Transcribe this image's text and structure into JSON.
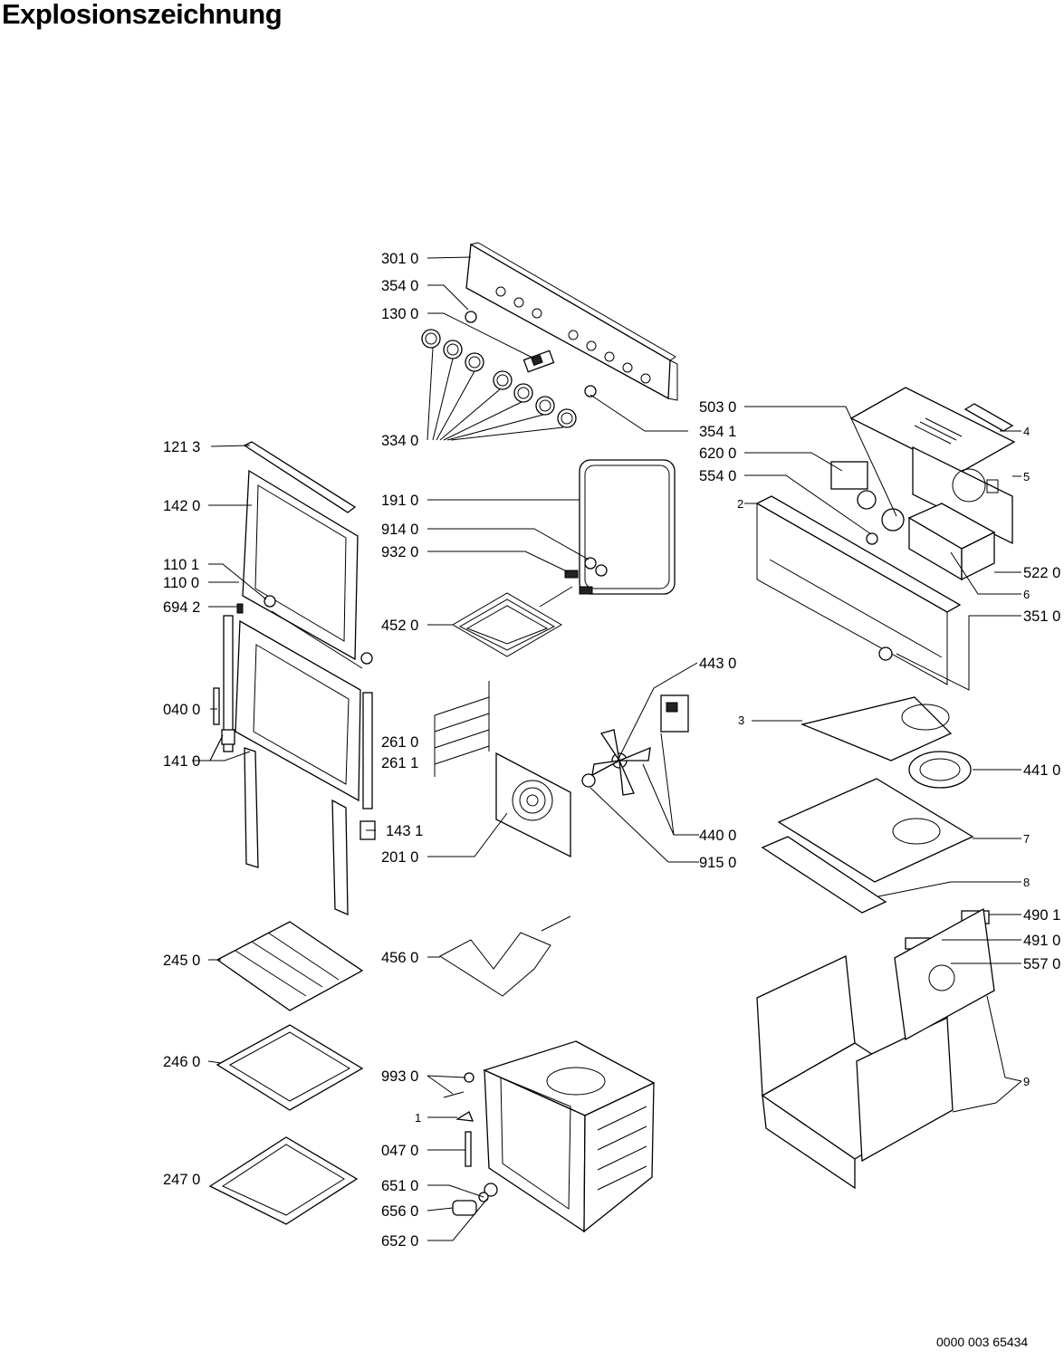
{
  "title": "Explosionszeichnung",
  "document_code": "0000 003 65434",
  "callouts": {
    "c3010": "301 0",
    "c3540": "354 0",
    "c1300": "130 0",
    "c3340": "334 0",
    "c3541": "354 1",
    "c1213": "121 3",
    "c1420": "142 0",
    "c1101": "110 1",
    "c1100": "110 0",
    "c6942": "694 2",
    "c0400": "040 0",
    "c1410": "141 0",
    "c1910": "191 0",
    "c9140": "914 0",
    "c9320": "932 0",
    "c4520": "452 0",
    "c2610": "261 0",
    "c2611": "261 1",
    "c1431": "143 1",
    "c2010": "201 0",
    "c4560": "456 0",
    "c2450": "245 0",
    "c2460": "246 0",
    "c2470": "247 0",
    "c9930": "993 0",
    "c1": "1",
    "c0470": "047 0",
    "c6510": "651 0",
    "c6560": "656 0",
    "c6520": "652 0",
    "c5030": "503 0",
    "c6200": "620 0",
    "c5540": "554 0",
    "c4": "4",
    "c5": "5",
    "c2": "2",
    "c5220": "522 0",
    "c6": "6",
    "c3510": "351 0",
    "c4430": "443 0",
    "c3": "3",
    "c4410": "441 0",
    "c4400": "440 0",
    "c9150": "915 0",
    "c7": "7",
    "c8": "8",
    "c4901": "490 1",
    "c4910": "491 0",
    "c5570": "557 0",
    "c9": "9"
  }
}
